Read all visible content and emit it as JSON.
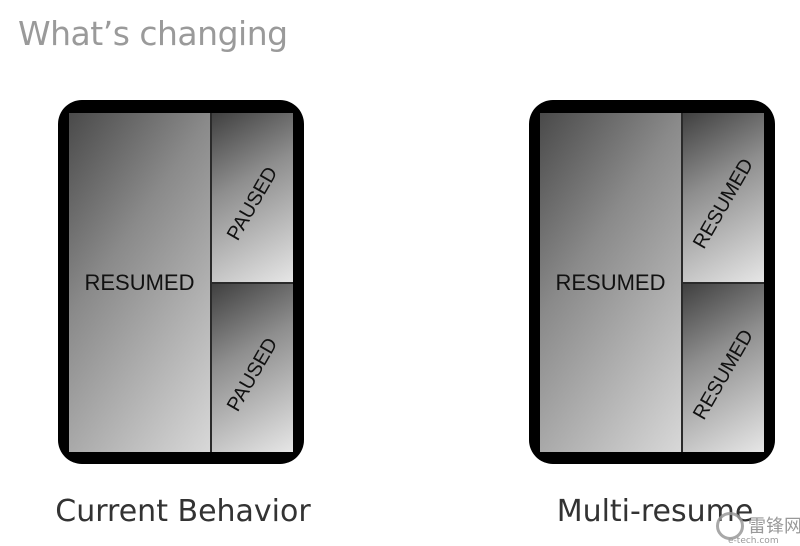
{
  "title": "What’s changing",
  "diagrams": [
    {
      "caption": "Current Behavior",
      "main_label": "RESUMED",
      "top_label": "PAUSED",
      "bottom_label": "PAUSED"
    },
    {
      "caption": "Multi-resume",
      "main_label": "RESUMED",
      "top_label": "RESUMED",
      "bottom_label": "RESUMED"
    }
  ],
  "watermark": {
    "text": "雷锋网",
    "sub": "e-tech.com"
  }
}
